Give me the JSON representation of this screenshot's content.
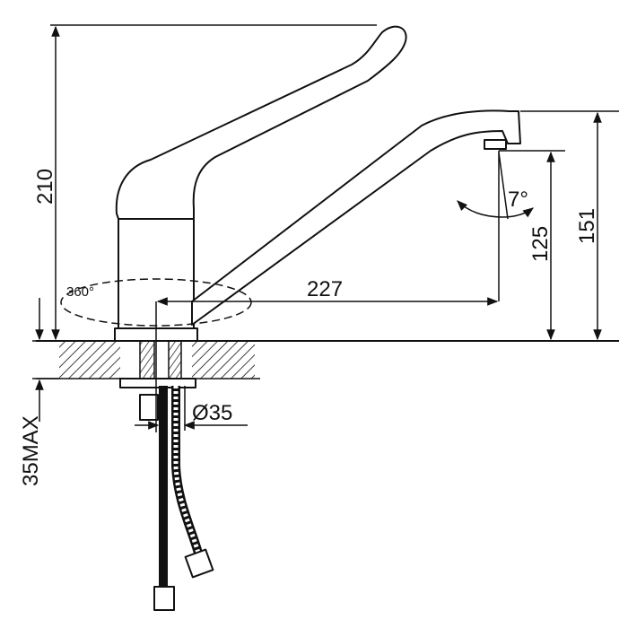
{
  "dimensions": {
    "height_total": "210",
    "spout_height": "151",
    "outlet_height": "125",
    "spout_reach": "227",
    "rotation": "360°",
    "outlet_angle": "7°",
    "hole_diameter": "Ø35",
    "max_thickness": "35MAX"
  },
  "colors": {
    "line": "#111111",
    "background": "#ffffff"
  }
}
